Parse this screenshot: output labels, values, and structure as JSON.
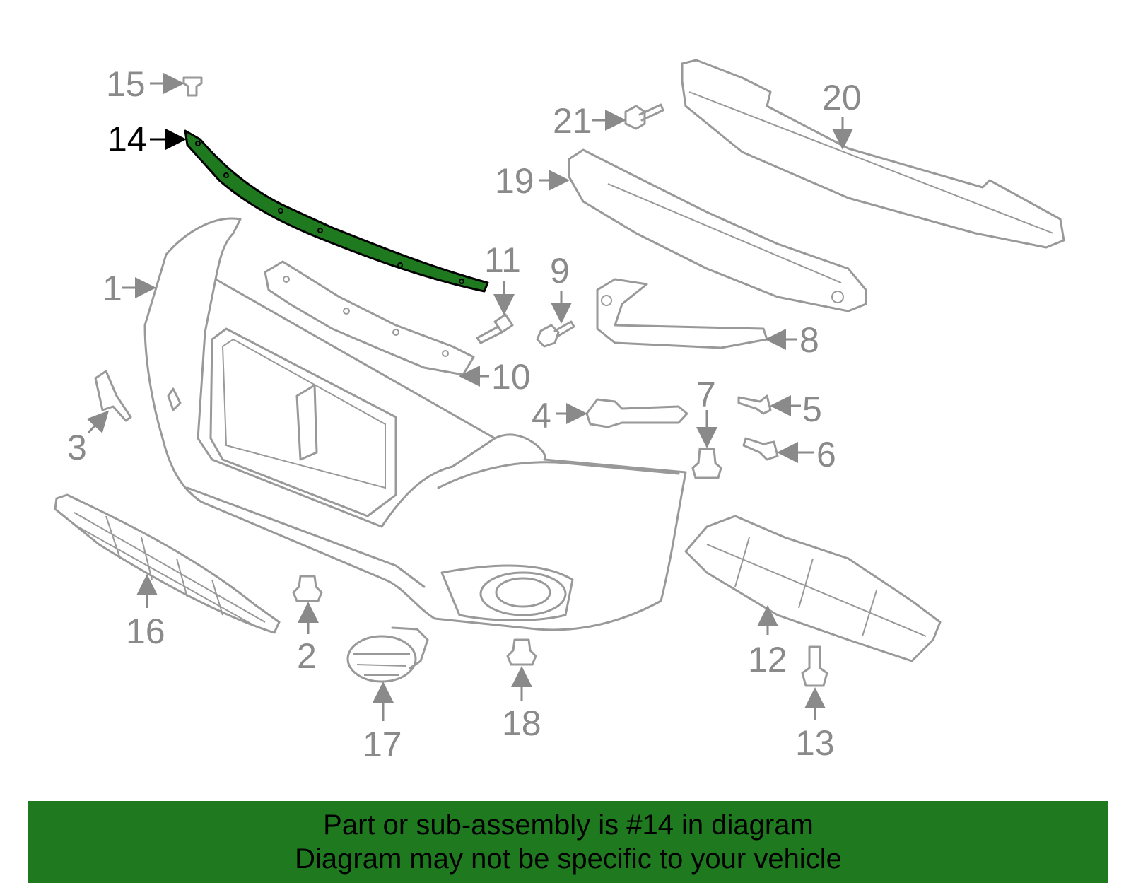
{
  "callouts": [
    "1",
    "2",
    "3",
    "4",
    "5",
    "6",
    "7",
    "8",
    "9",
    "10",
    "11",
    "12",
    "13",
    "14",
    "15",
    "16",
    "17",
    "18",
    "19",
    "20",
    "21"
  ],
  "highlighted_part": "14",
  "colors": {
    "highlight_fill": "#1f7a1f",
    "line": "#999999",
    "label": "#8a8a8a",
    "highlight_label": "#000000",
    "banner": "#1f7a1f"
  },
  "banner": {
    "line1": "Part or sub-assembly is #14 in diagram",
    "line2": "Diagram may not be specific to your vehicle"
  }
}
